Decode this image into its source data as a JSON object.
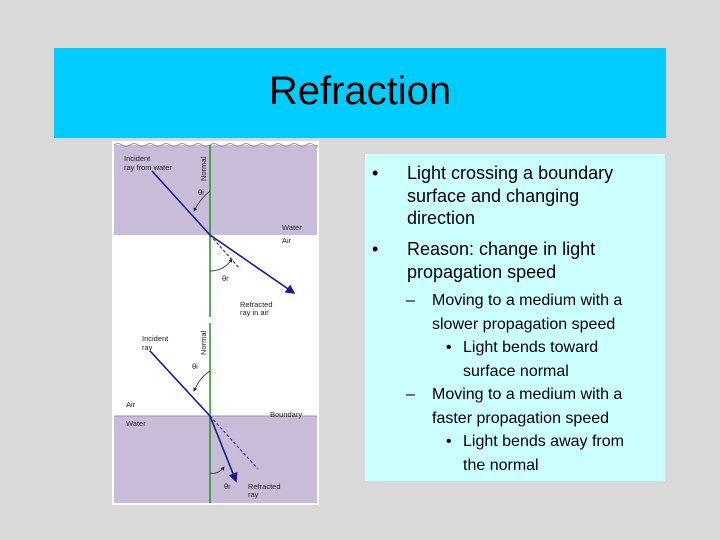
{
  "slide": {
    "title": "Refraction"
  },
  "diagram_top": {
    "label_incident": [
      "Incident",
      "ray from water"
    ],
    "label_normal": "Normal",
    "label_theta_i": "θi",
    "label_water": "Water",
    "label_air": "Air",
    "label_theta_r": "θr",
    "label_refracted": [
      "Refracted",
      "ray in air"
    ]
  },
  "diagram_bottom": {
    "label_incident": [
      "Incident",
      "ray"
    ],
    "label_normal": "Normal",
    "label_theta_i": "θi",
    "label_air": "Air",
    "label_boundary": "Boundary",
    "label_water": "Water",
    "label_theta_r": "θr",
    "label_refracted": [
      "Refracted",
      "ray"
    ]
  },
  "bullets": [
    {
      "mark": "•",
      "lines": [
        "Light crossing a boundary",
        "surface and changing",
        "direction"
      ]
    },
    {
      "mark": "•",
      "lines": [
        "Reason: change in light",
        "propagation speed"
      ]
    }
  ],
  "sub_bullets": [
    {
      "mark": "–",
      "lines": [
        "Moving to a medium with a",
        "slower propagation speed"
      ],
      "children": [
        {
          "mark": "•",
          "lines": [
            "Light bends toward",
            "surface normal"
          ]
        }
      ]
    },
    {
      "mark": "–",
      "lines": [
        "Moving to a medium with a",
        "faster propagation speed"
      ],
      "children": [
        {
          "mark": "•",
          "lines": [
            "Light bends away from",
            "the normal"
          ]
        }
      ]
    }
  ],
  "colors": {
    "title_bg": "#00ccff",
    "text_box_bg": "#ccffff",
    "water": "#c8bcd8",
    "normal_line": "#2e8b2e",
    "ray": "#1a1a8a"
  }
}
